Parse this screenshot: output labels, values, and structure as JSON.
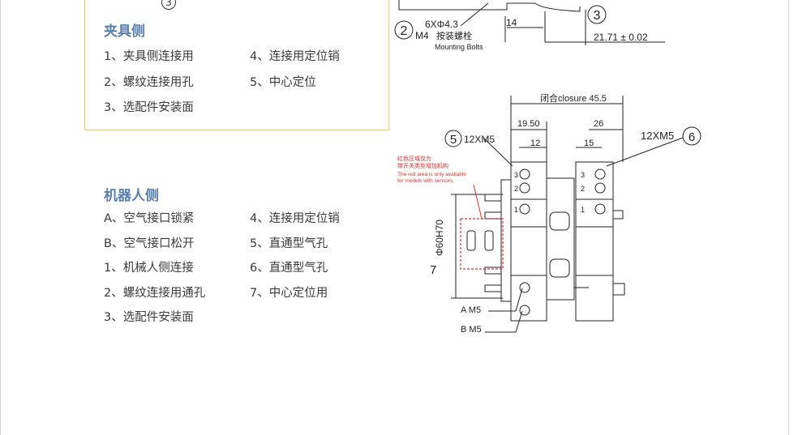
{
  "fixture": {
    "title": "夹具侧",
    "top_circle": "3",
    "items": [
      "1、夹具侧连接用",
      "4、连接用定位销",
      "2、螺纹连接用孔",
      "5、中心定位",
      "3、选配件安装面"
    ]
  },
  "robot": {
    "title": "机器人侧",
    "items": [
      "A、空气接口锁紧",
      "4、连接用定位销",
      "B、空气接口松开",
      "5、直通型气孔",
      "1、机械人侧连接",
      "6、直通型气孔",
      "2、螺纹连接用通孔",
      "7、中心定位用",
      "3、选配件安装面"
    ]
  },
  "drawing_top": {
    "label_2": "2",
    "label_3": "3",
    "hole_spec": "6XΦ4.3",
    "bolt_size": "M4",
    "bolt_cn": "按装螺栓",
    "bolt_en": "Mounting Bolts",
    "dim_14": "14",
    "dim_2171": "21.71 ± 0.02"
  },
  "drawing_main": {
    "closure_label": "闭合closure 45.5",
    "dim_1950": "19.50",
    "dim_26": "26",
    "dim_12": "12",
    "dim_15": "15",
    "label_5": "5",
    "label_5_spec": "12XM5",
    "label_6": "6",
    "label_6_spec": "12XM5",
    "red_note_cn_1": "红色区域仅为",
    "red_note_cn_2": "带开关类型增加机构",
    "red_note_en_1": "The red area is only available",
    "red_note_en_2": "for models with sensors.",
    "dia_label": "Φ60H70",
    "label_7": "7",
    "port_a": "A M5",
    "port_b": "B M5",
    "left_nums": [
      "3",
      "2",
      "1"
    ],
    "right_nums": [
      "3",
      "2",
      "1"
    ]
  },
  "colors": {
    "title_blue": "#5b7fae",
    "box_border": "#f0c55a",
    "red_note": "#e0302a",
    "line": "#222222"
  }
}
